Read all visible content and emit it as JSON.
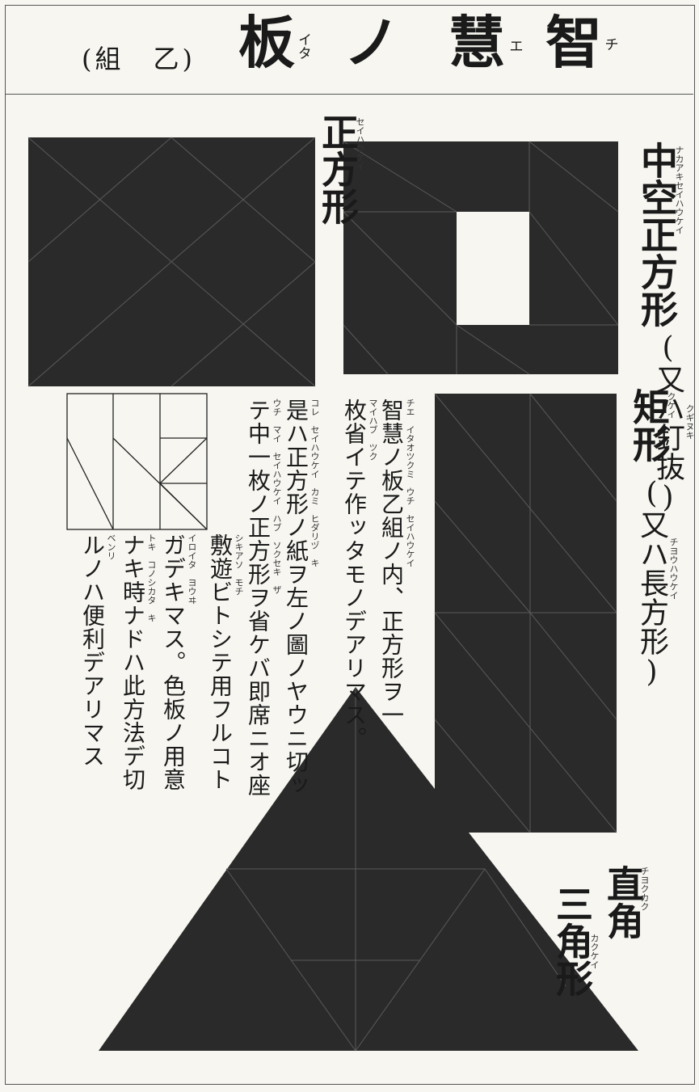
{
  "header": {
    "subtitle": "(組　乙)",
    "title_chars": [
      "板",
      "ノ",
      "慧",
      "智"
    ],
    "title_ruby": [
      "イタ",
      "",
      "エ",
      "チ"
    ]
  },
  "labels": {
    "square": "正方形",
    "square_ruby": "セイハウケイ",
    "hollow_square": "中空正方形",
    "hollow_square_ruby": "ナカアキセイハウケイ",
    "hollow_square_alt": "(又ハ釘抜)",
    "hollow_square_alt_ruby": "クギヌキ",
    "rectangle": "矩形",
    "rectangle_ruby": "クケイ",
    "rectangle_alt": "(又ハ長方形)",
    "rectangle_alt_ruby": "チヨウハウケイ",
    "triangle_line1": "直角",
    "triangle_line1_ruby": "チヨクカク",
    "triangle_line2": "三角形",
    "triangle_line2_ruby": "カクケイ"
  },
  "body_text": {
    "columns": [
      "智慧ノ板乙組ノ内、正方形ヲ一",
      "枚省イテ作ッタモノデアリマス。",
      "是ハ正方形ノ紙ヲ左ノ圖ノヤウニ切ッ",
      "テ中一枚ノ正方形ヲ省ケバ即席ニオ座",
      "敷遊ビトシテ用フルコト",
      "ガデキマス。色板ノ用意",
      "ナキ時ナドハ此方法デ切",
      "ルノハ便利デアリマス"
    ],
    "ruby": [
      "チエ　イタオツクミ　ウチ　セイハウケイ",
      "マイハブ　ツク",
      "コレ　セイハウケイ　カミ　ヒダリヅ　キ",
      "ウチ　マイ　セイハウケイ　ハブ　ソクセキ　ザ",
      "シキアソ　モチ",
      "イロイタ　ヨウヰ",
      "トキ　コノシカタ　キ",
      "ベンリ"
    ]
  }
}
